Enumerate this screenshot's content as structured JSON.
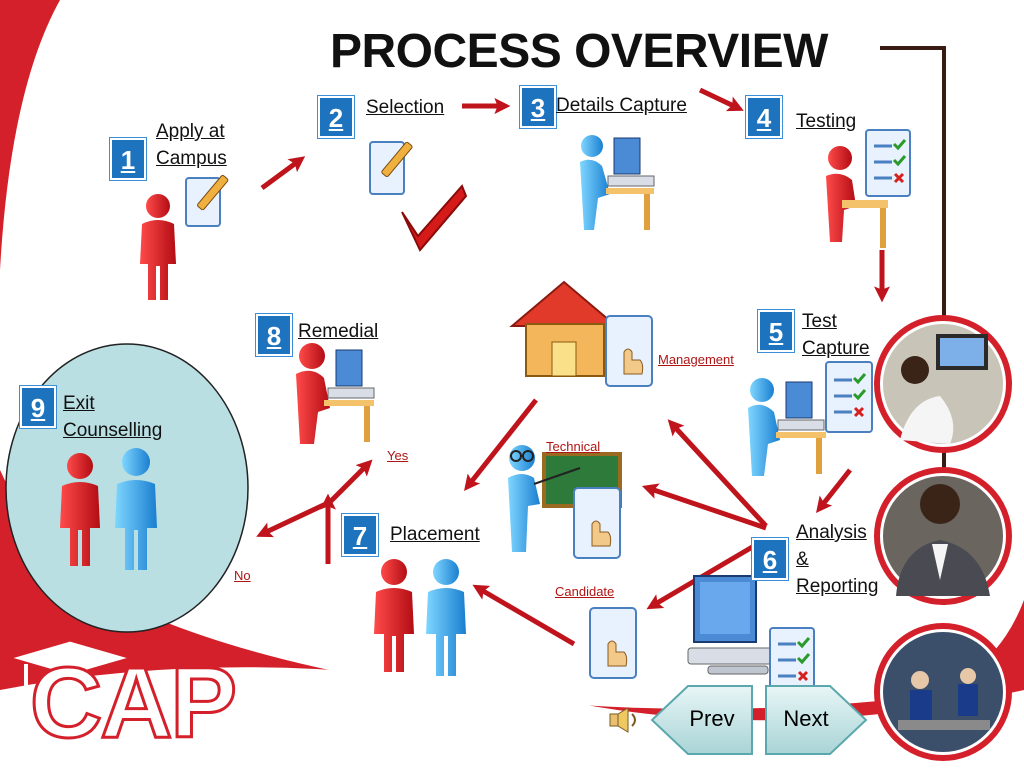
{
  "title": "PROCESS OVERVIEW",
  "steps": [
    {
      "num": "1",
      "label_line1": "Apply at",
      "label_line2": "Campus"
    },
    {
      "num": "2",
      "label": "Selection"
    },
    {
      "num": "3",
      "label": "Details Capture"
    },
    {
      "num": "4",
      "label": "Testing"
    },
    {
      "num": "5",
      "label_line1": "Test",
      "label_line2": "Capture"
    },
    {
      "num": "6",
      "label_line1": "Analysis",
      "label_line2": "&",
      "label_line3": "Reporting"
    },
    {
      "num": "7",
      "label": "Placement"
    },
    {
      "num": "8",
      "label": "Remedial"
    },
    {
      "num": "9",
      "label_line1": "Exit",
      "label_line2": "Counselling"
    }
  ],
  "outputs": {
    "management": "Management",
    "technical": "Technical",
    "candidate": "Candidate"
  },
  "decision": {
    "yes": "Yes",
    "no": "No"
  },
  "logo": "CAP",
  "nav": {
    "prev": "Prev",
    "next": "Next"
  },
  "colors": {
    "accent_red": "#d4202a",
    "box_blue": "#1e73be",
    "arrow": "#c0141c",
    "circle_fill": "#b9dfe3"
  }
}
